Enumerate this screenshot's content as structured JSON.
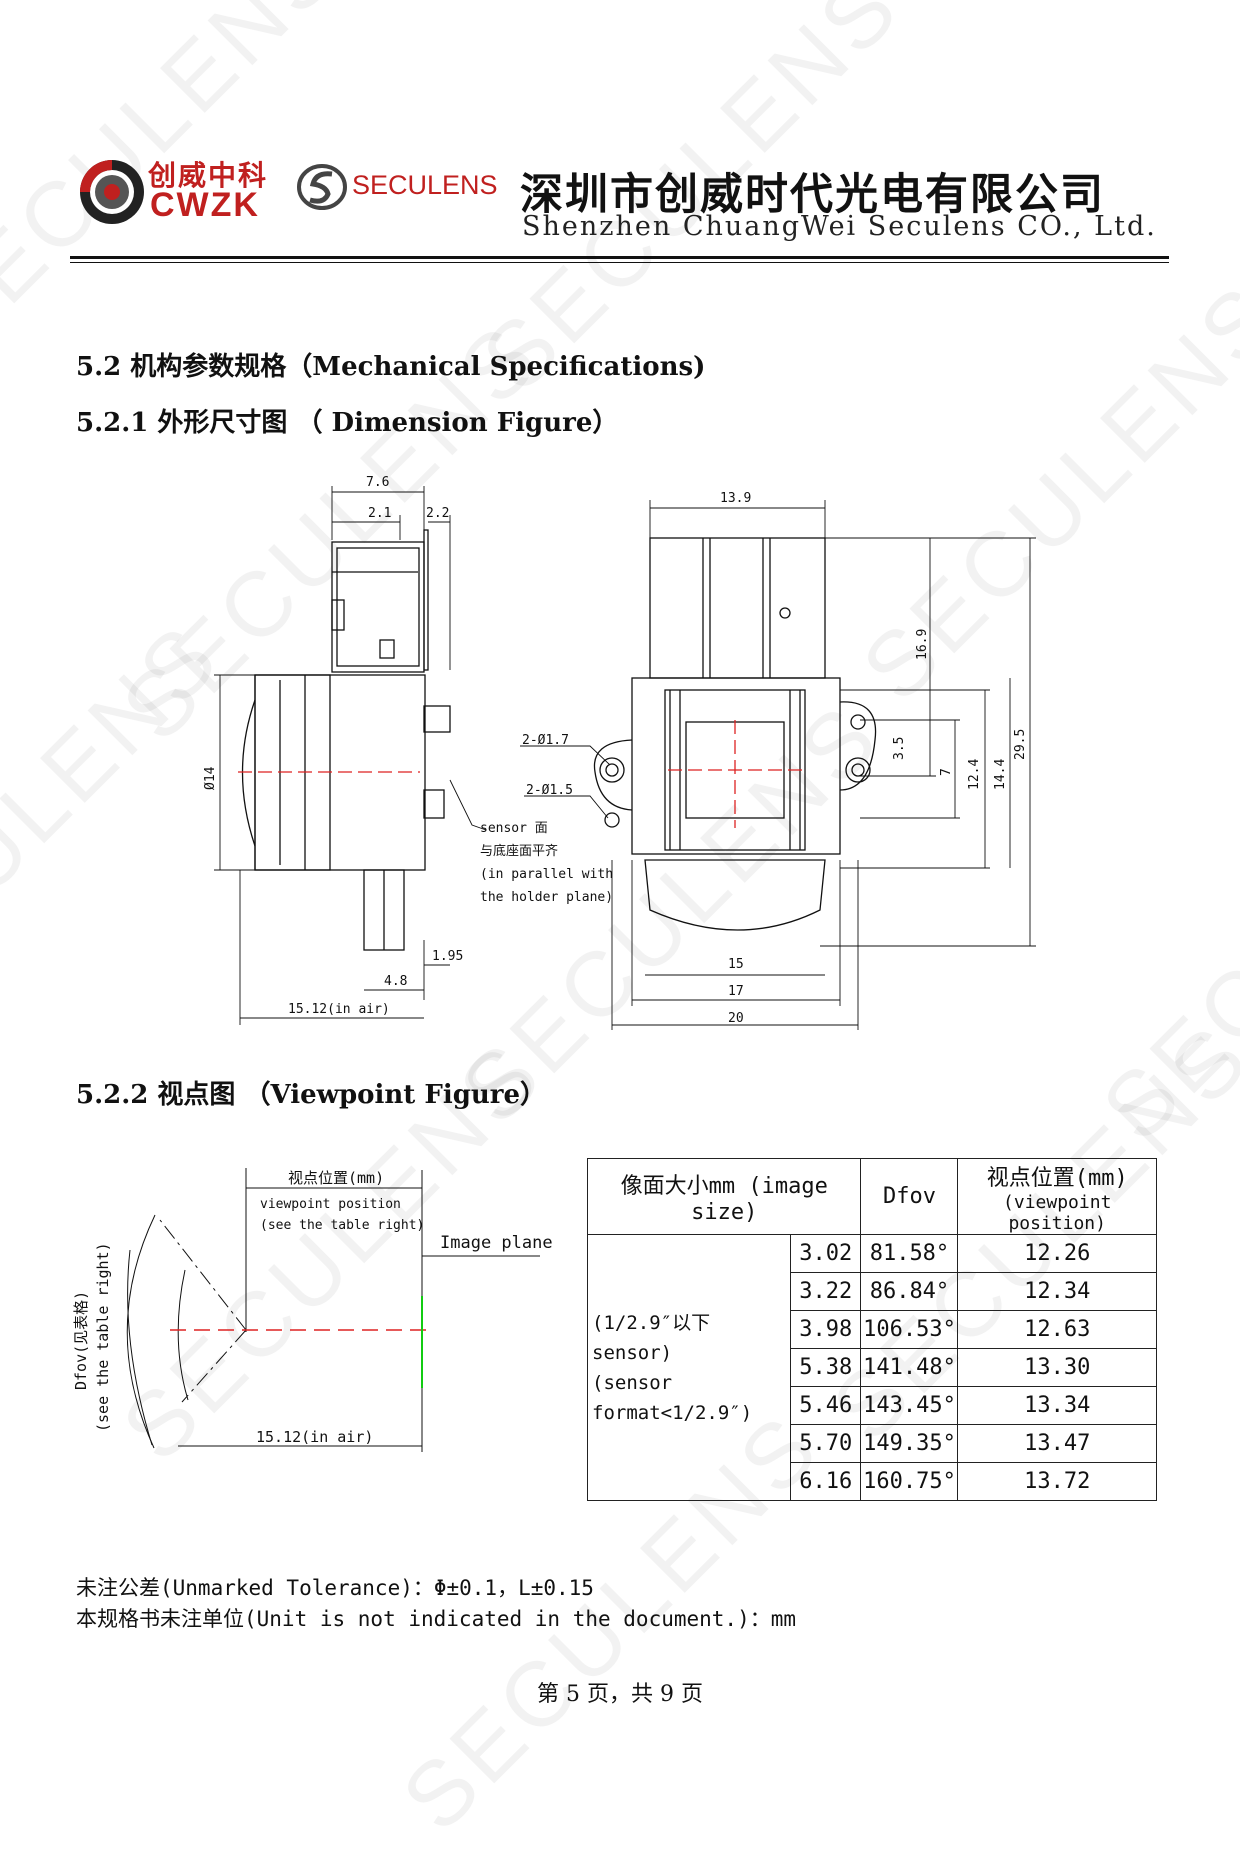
{
  "watermark": "SECULENS",
  "header": {
    "logo1_cn": "创威中科",
    "logo1_en": "CWZK",
    "logo2_text": "SECULENS",
    "company_cn": "深圳市创威时代光电有限公司",
    "company_en": "Shenzhen ChuangWei Seculens CO., Ltd."
  },
  "sections": {
    "s52": "5.2 机构参数规格（Mechanical Specifications)",
    "s521": "5.2.1 外形尺寸图 （ Dimension Figure）",
    "s522": "5.2.2 视点图 （Viewpoint Figure）"
  },
  "dimension_figure": {
    "side": {
      "d76": "7.6",
      "d21": "2.1",
      "d22": "2.2",
      "dia14": "Ø14",
      "d195": "1.95",
      "d48": "4.8",
      "d1512": "15.12(in air)"
    },
    "front": {
      "d139": "13.9",
      "d169": "16.9",
      "d35": "3.5",
      "d7": "7",
      "d124": "12.4",
      "d144": "14.4",
      "d295": "29.5",
      "d15": "15",
      "d17": "17",
      "d20": "20",
      "hole17": "2-Ø1.7",
      "hole15": "2-Ø1.5"
    },
    "sensor_note": [
      "sensor 面",
      "与底座面平齐",
      "(in parallel with",
      "the holder plane)"
    ]
  },
  "viewpoint_figure": {
    "vp_cn": "视点位置(mm)",
    "vp_en1": "viewpoint position",
    "vp_en2": "(see the table right)",
    "image_plane": "Image plane",
    "dfov_cn": "Dfov(见表格)",
    "dfov_en": "(see the table right)",
    "in_air": "15.12(in air)"
  },
  "table": {
    "h_size": "像面大小mm (image size)",
    "h_dfov": "Dfov",
    "h_vp_cn": "视点位置(mm)",
    "h_vp_en": "(viewpoint position)",
    "group_1": "(1/2.9″以下sensor)",
    "group_2": "(sensor format<1/2.9″)",
    "rows": [
      {
        "size": "3.02",
        "dfov": "81.58°",
        "vp": "12.26"
      },
      {
        "size": "3.22",
        "dfov": "86.84°",
        "vp": "12.34"
      },
      {
        "size": "3.98",
        "dfov": "106.53°",
        "vp": "12.63"
      },
      {
        "size": "5.38",
        "dfov": "141.48°",
        "vp": "13.30"
      },
      {
        "size": "5.46",
        "dfov": "143.45°",
        "vp": "13.34"
      },
      {
        "size": "5.70",
        "dfov": "149.35°",
        "vp": "13.47"
      },
      {
        "size": "6.16",
        "dfov": "160.75°",
        "vp": "13.72"
      }
    ]
  },
  "notes": {
    "tol": "未注公差(Unmarked Tolerance)：Φ±0.1，L±0.15",
    "unit": "本规格书未注单位(Unit is not indicated in the document.)：mm"
  },
  "footer": {
    "page": "第 5 页，共 9 页"
  }
}
